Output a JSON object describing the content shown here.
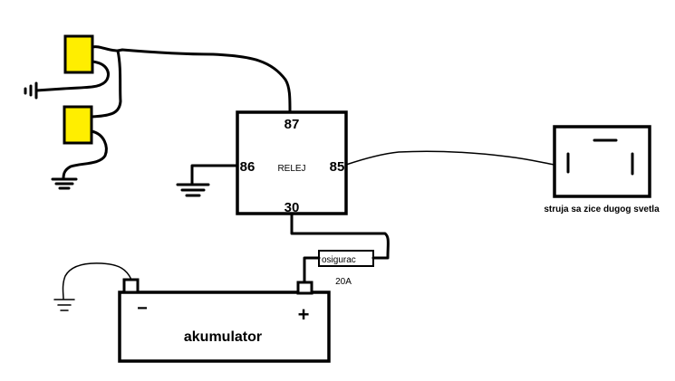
{
  "relay": {
    "name": "RELEJ",
    "pin_87": "87",
    "pin_86": "86",
    "pin_85": "85",
    "pin_30": "30"
  },
  "fuse": {
    "label": "osigurac",
    "rating": "20A"
  },
  "battery": {
    "label": "akumulator",
    "minus": "−",
    "plus": "+"
  },
  "switch_note": "struja sa zice dugog svetla",
  "colors": {
    "lamp": "#ffee00",
    "line": "#000000",
    "background": "#ffffff"
  }
}
